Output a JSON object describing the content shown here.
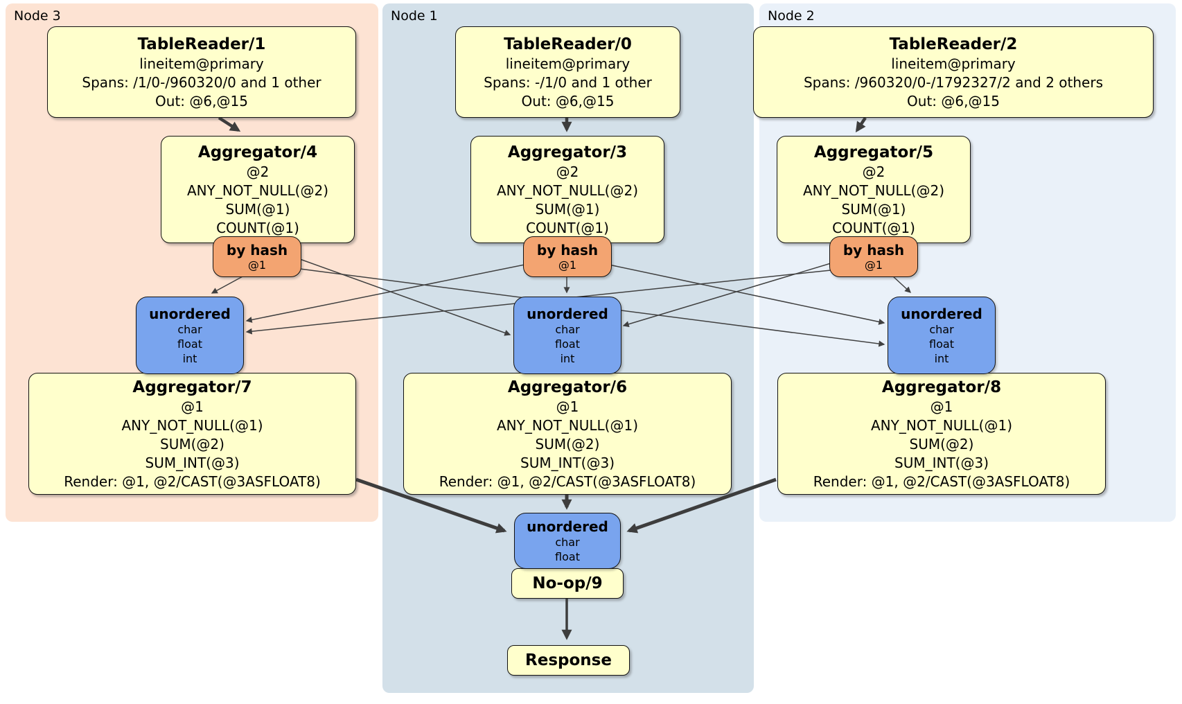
{
  "regions": {
    "node3": {
      "label": "Node 3"
    },
    "node1": {
      "label": "Node 1"
    },
    "node2": {
      "label": "Node 2"
    }
  },
  "processors": {
    "tr1": {
      "title": "TableReader/1",
      "lines": [
        "lineitem@primary",
        "Spans: /1/0-/960320/0 and 1 other",
        "Out: @6,@15"
      ]
    },
    "tr0": {
      "title": "TableReader/0",
      "lines": [
        "lineitem@primary",
        "Spans: -/1/0 and 1 other",
        "Out: @6,@15"
      ]
    },
    "tr2": {
      "title": "TableReader/2",
      "lines": [
        "lineitem@primary",
        "Spans: /960320/0-/1792327/2 and 2 others",
        "Out: @6,@15"
      ]
    },
    "agg4": {
      "title": "Aggregator/4",
      "lines": [
        "@2",
        "ANY_NOT_NULL(@2)",
        "SUM(@1)",
        "COUNT(@1)"
      ]
    },
    "agg3": {
      "title": "Aggregator/3",
      "lines": [
        "@2",
        "ANY_NOT_NULL(@2)",
        "SUM(@1)",
        "COUNT(@1)"
      ]
    },
    "agg5": {
      "title": "Aggregator/5",
      "lines": [
        "@2",
        "ANY_NOT_NULL(@2)",
        "SUM(@1)",
        "COUNT(@1)"
      ]
    },
    "agg7": {
      "title": "Aggregator/7",
      "lines": [
        "@1",
        "ANY_NOT_NULL(@1)",
        "SUM(@2)",
        "SUM_INT(@3)",
        "Render: @1, @2/CAST(@3ASFLOAT8)"
      ]
    },
    "agg6": {
      "title": "Aggregator/6",
      "lines": [
        "@1",
        "ANY_NOT_NULL(@1)",
        "SUM(@2)",
        "SUM_INT(@3)",
        "Render: @1, @2/CAST(@3ASFLOAT8)"
      ]
    },
    "agg8": {
      "title": "Aggregator/8",
      "lines": [
        "@1",
        "ANY_NOT_NULL(@1)",
        "SUM(@2)",
        "SUM_INT(@3)",
        "Render: @1, @2/CAST(@3ASFLOAT8)"
      ]
    },
    "noop": {
      "title": "No-op/9"
    },
    "response": {
      "title": "Response"
    }
  },
  "routers": {
    "left": {
      "title": "by hash",
      "lines": [
        "@1"
      ]
    },
    "mid": {
      "title": "by hash",
      "lines": [
        "@1"
      ]
    },
    "right": {
      "title": "by hash",
      "lines": [
        "@1"
      ]
    }
  },
  "syncs": {
    "left": {
      "title": "unordered",
      "lines": [
        "char",
        "float",
        "int"
      ]
    },
    "mid": {
      "title": "unordered",
      "lines": [
        "char",
        "float",
        "int"
      ]
    },
    "right": {
      "title": "unordered",
      "lines": [
        "char",
        "float",
        "int"
      ]
    },
    "final": {
      "title": "unordered",
      "lines": [
        "char",
        "float"
      ]
    }
  },
  "colors": {
    "node3_bg": "#fde3d3",
    "node1_bg": "#d3e0e9",
    "node2_bg": "#eaf1f9",
    "processor_bg": "#ffffcc",
    "router_bg": "#f3a471",
    "sync_bg": "#79a4ee",
    "edge": "#404040",
    "border": "#111111"
  }
}
